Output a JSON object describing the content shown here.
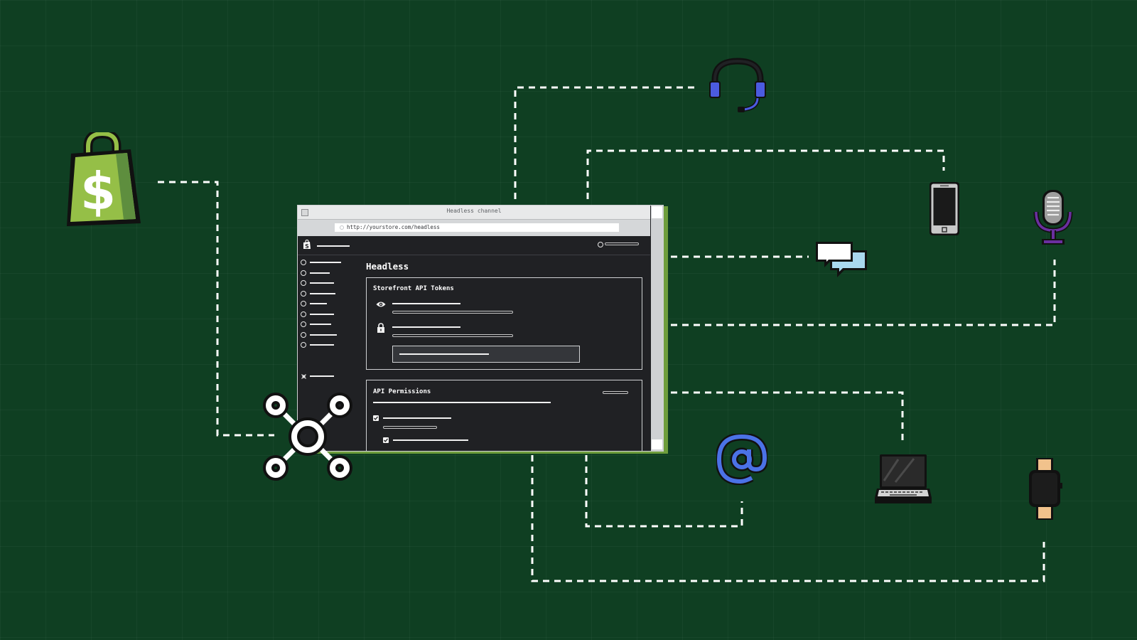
{
  "window": {
    "title": "Headless channel",
    "url": "http://yourstore.com/headless"
  },
  "page": {
    "title": "Headless"
  },
  "cards": {
    "tokens": {
      "title": "Storefront API Tokens"
    },
    "permissions": {
      "title": "API Permissions"
    }
  },
  "sidebar": {
    "item_count": 9
  },
  "icons": {
    "brand": "shopping-bag-icon",
    "hub": "api-hub-icon",
    "headset": "headset-icon",
    "phone": "smartphone-icon",
    "microphone": "microphone-icon",
    "chat": "chat-bubbles-icon",
    "email": "at-sign-icon",
    "laptop": "laptop-icon",
    "watch": "smartwatch-icon",
    "eye": "eye-icon",
    "lock": "lock-icon",
    "settings": "plugin-icon"
  },
  "colors": {
    "background": "#0f3f22",
    "brand_green": "#95bf47",
    "accent_blue": "#4b5be0",
    "accent_purple": "#6a2fa0",
    "chat_blue": "#a9d8ef",
    "watch_tan": "#f1c28c",
    "window_dark": "#202124"
  }
}
